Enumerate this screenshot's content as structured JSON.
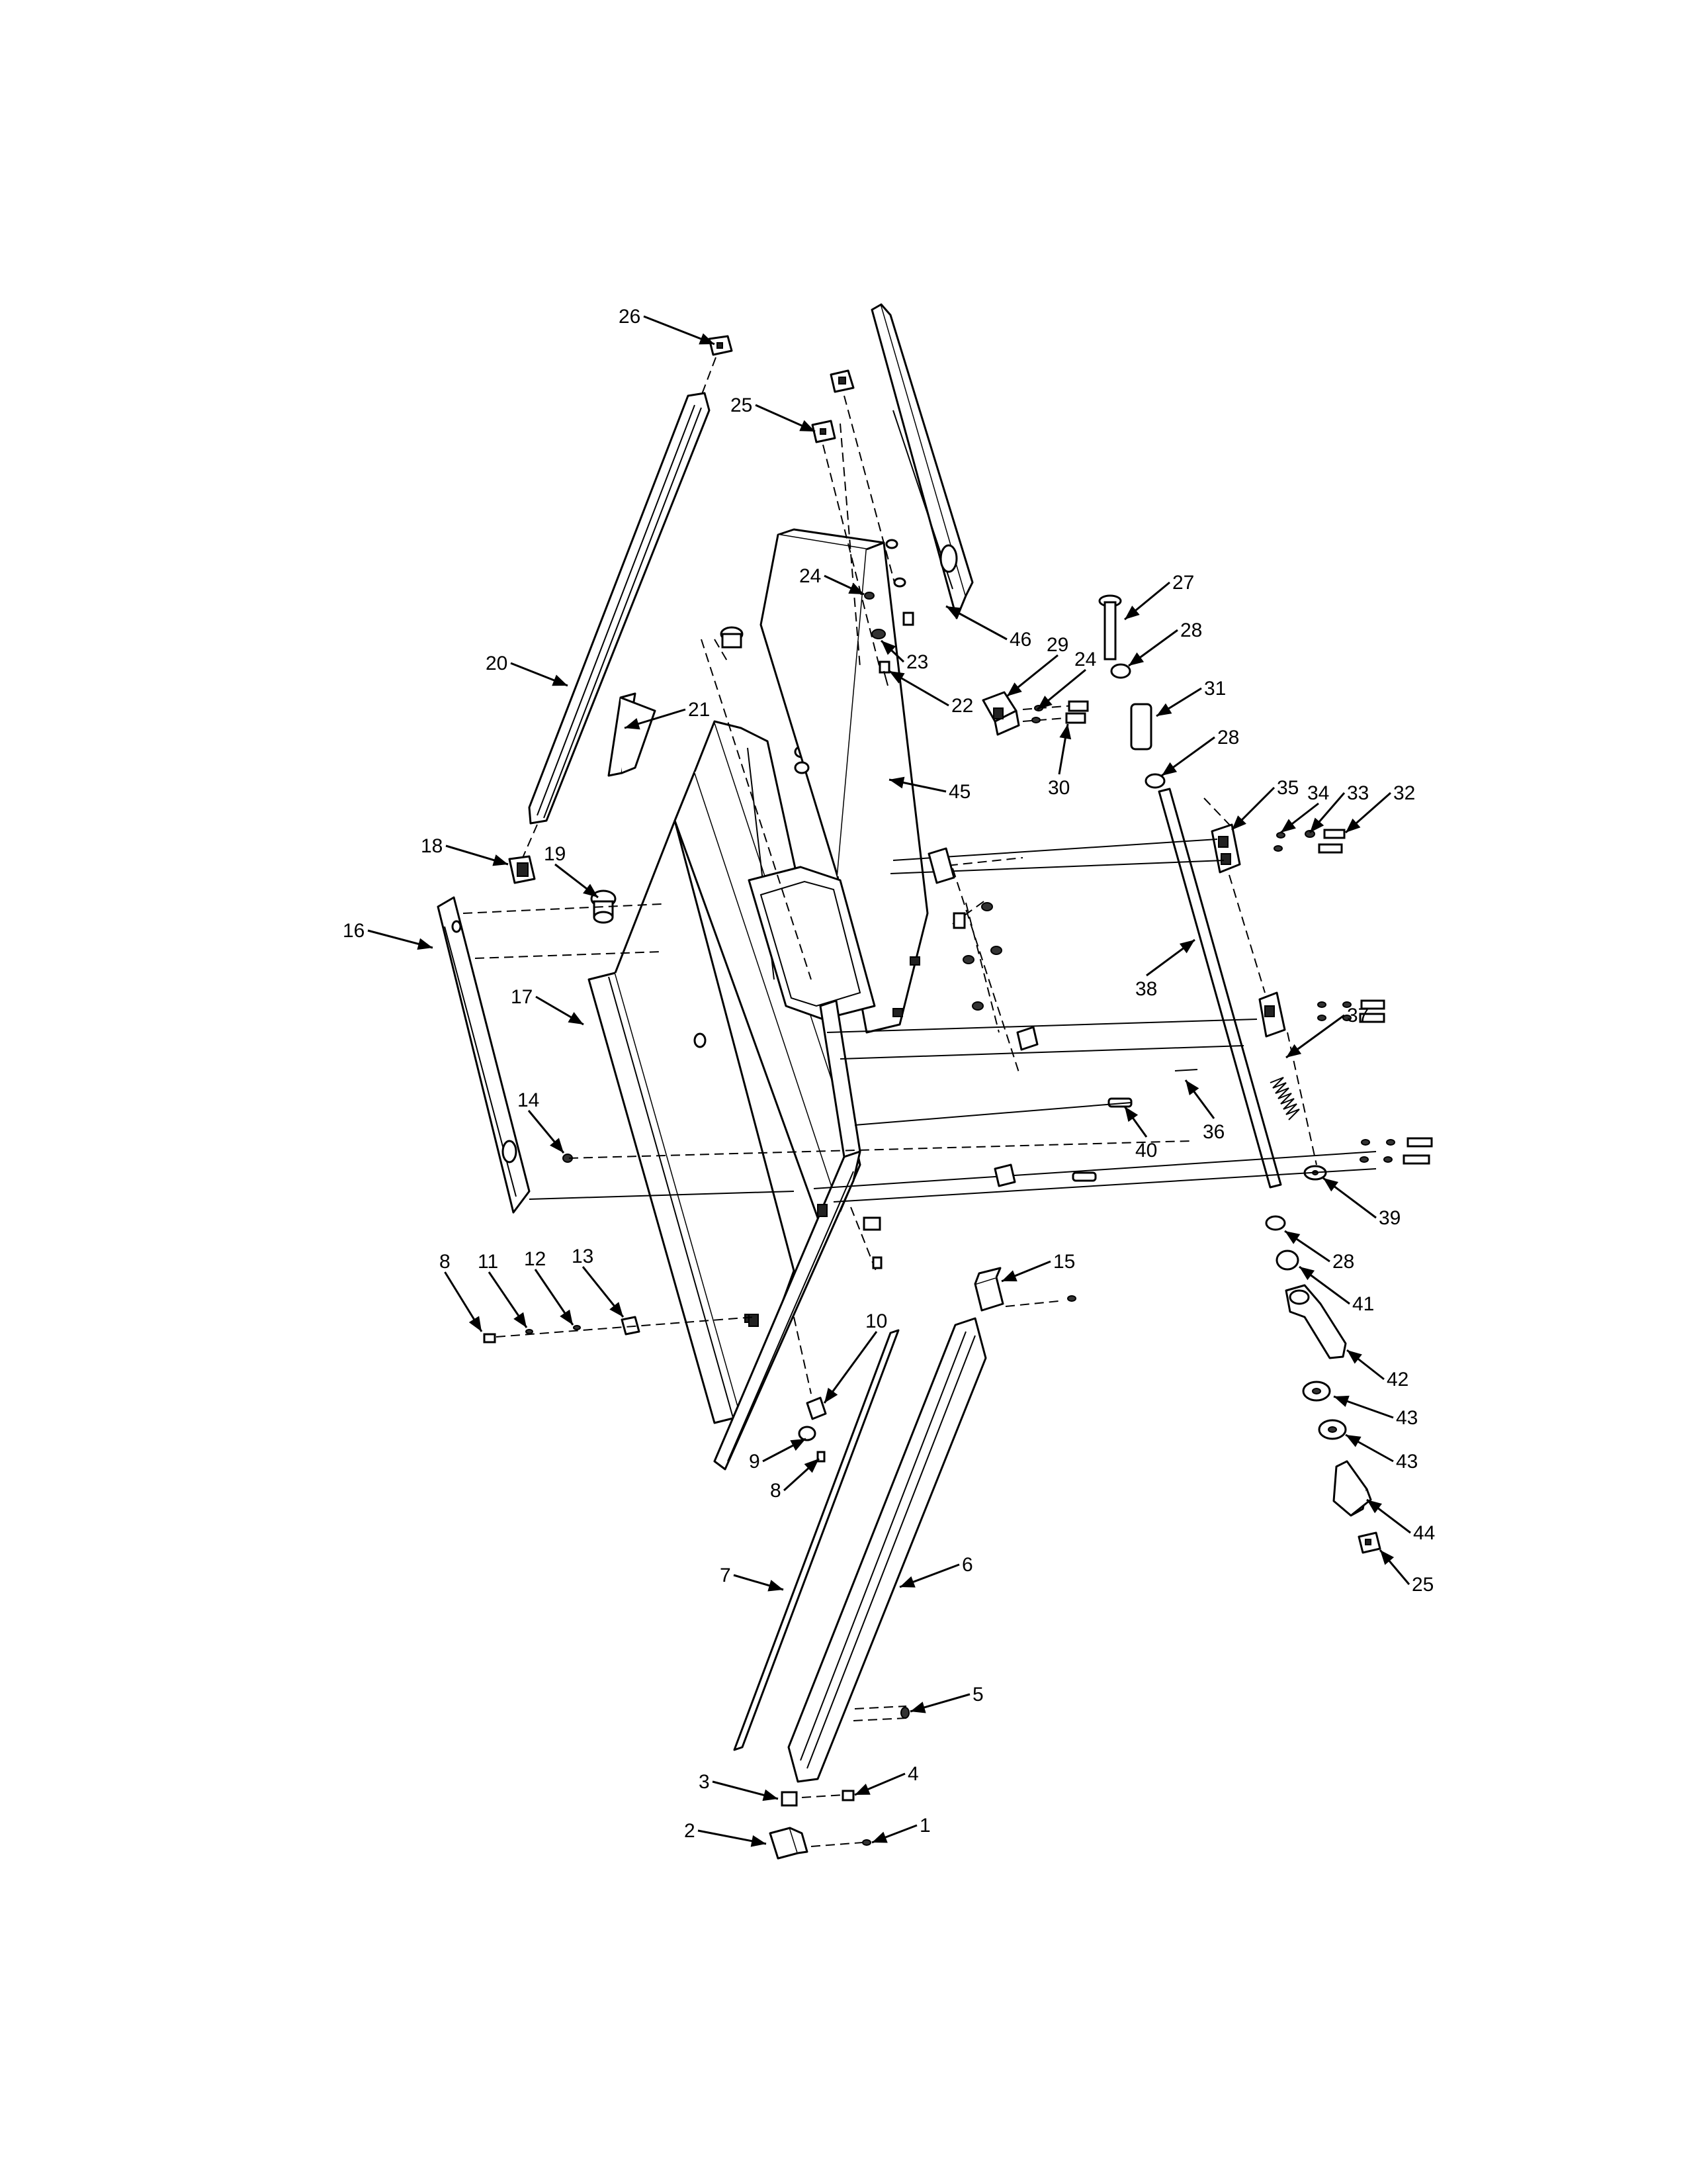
{
  "callouts": [
    {
      "label": "26"
    },
    {
      "label": "25"
    },
    {
      "label": "20"
    },
    {
      "label": "21"
    },
    {
      "label": "24"
    },
    {
      "label": "23"
    },
    {
      "label": "22"
    },
    {
      "label": "46"
    },
    {
      "label": "27"
    },
    {
      "label": "28"
    },
    {
      "label": "29"
    },
    {
      "label": "24"
    },
    {
      "label": "30"
    },
    {
      "label": "31"
    },
    {
      "label": "28"
    },
    {
      "label": "45"
    },
    {
      "label": "35"
    },
    {
      "label": "34"
    },
    {
      "label": "33"
    },
    {
      "label": "32"
    },
    {
      "label": "18"
    },
    {
      "label": "19"
    },
    {
      "label": "16"
    },
    {
      "label": "17"
    },
    {
      "label": "38"
    },
    {
      "label": "37"
    },
    {
      "label": "36"
    },
    {
      "label": "14"
    },
    {
      "label": "40"
    },
    {
      "label": "39"
    },
    {
      "label": "28"
    },
    {
      "label": "41"
    },
    {
      "label": "8"
    },
    {
      "label": "11"
    },
    {
      "label": "12"
    },
    {
      "label": "13"
    },
    {
      "label": "15"
    },
    {
      "label": "10"
    },
    {
      "label": "42"
    },
    {
      "label": "9"
    },
    {
      "label": "8"
    },
    {
      "label": "43"
    },
    {
      "label": "43"
    },
    {
      "label": "44"
    },
    {
      "label": "25"
    },
    {
      "label": "7"
    },
    {
      "label": "6"
    },
    {
      "label": "5"
    },
    {
      "label": "3"
    },
    {
      "label": "4"
    },
    {
      "label": "2"
    },
    {
      "label": "1"
    }
  ]
}
